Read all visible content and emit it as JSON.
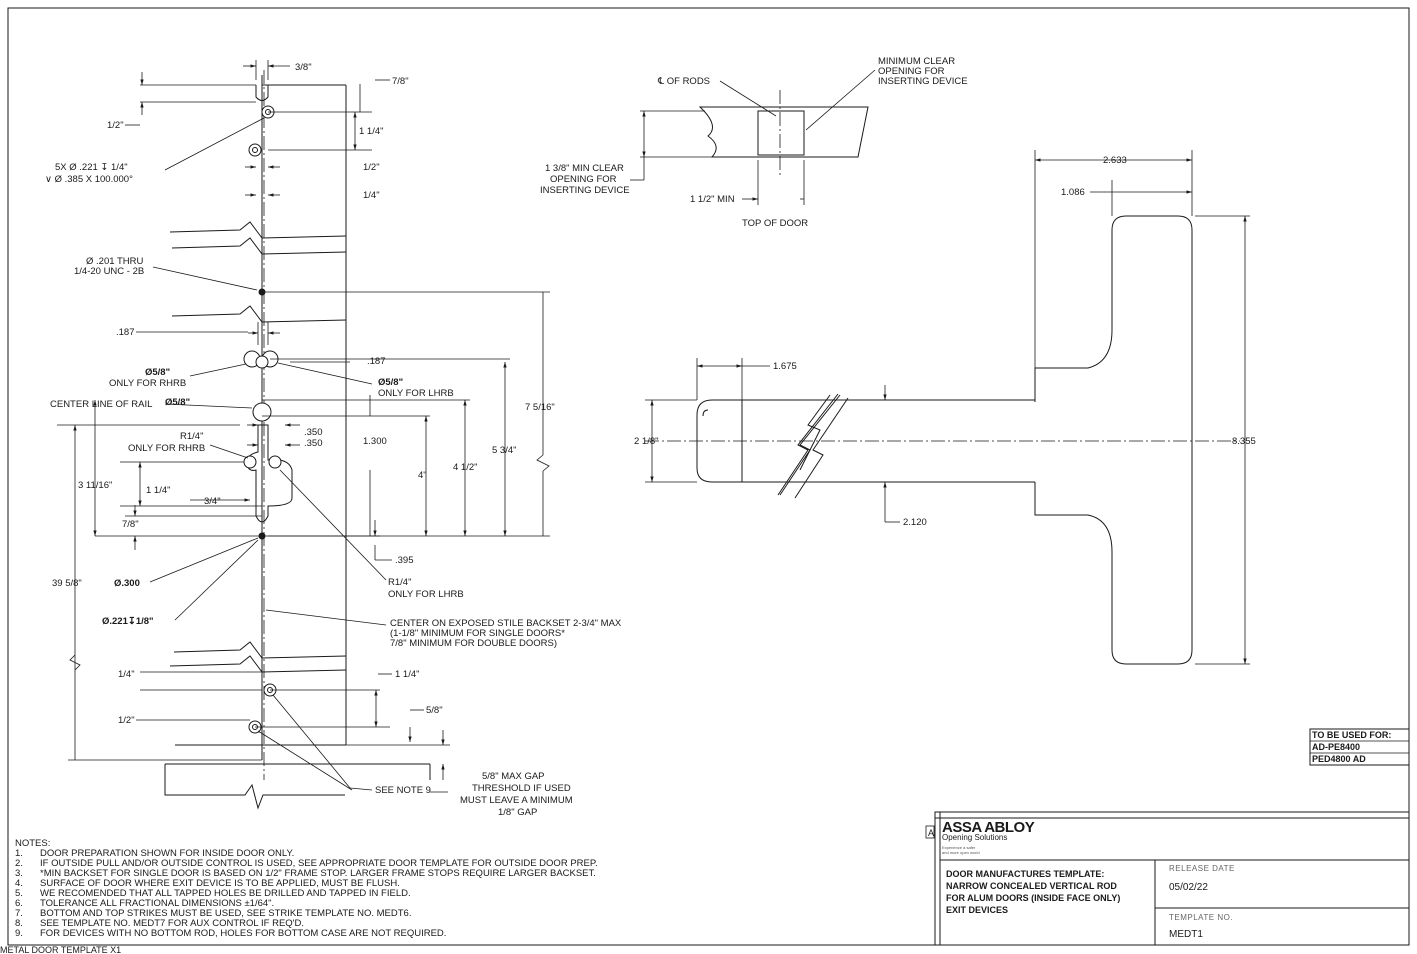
{
  "dims_left": {
    "top_width": "3/8\"",
    "d_7_8_top": "7/8\"",
    "d_1_2_a": "1/2\"",
    "d_1_1_4_a": "1 1/4\"",
    "d_1_2_b": "1/2\"",
    "d_1_4_a": "1/4\"",
    "hole_5x_1": "5X Ø .221 ↧ 1/4\"",
    "hole_5x_2": "∨ Ø .385 X 100.000°",
    "thru_1": "Ø .201 THRU",
    "thru_2": "1/4-20 UNC - 2B",
    "d_187_a": ".187",
    "d_187_b": ".187",
    "phi_rhrb": "Ø5/8\"",
    "only_rhrb_a": "ONLY FOR RHRB",
    "phi_lhrb": "Ø5/8\"",
    "only_lhrb_a": "ONLY FOR LHRB",
    "center_line_rail": "CENTER LINE OF RAIL",
    "phi_5_8": "Ø5/8\"",
    "r_1_4_a": "R1/4\"",
    "only_rhrb_b": "ONLY FOR RHRB",
    "d_350_a": ".350",
    "d_350_b": ".350",
    "d_1300": "1.300",
    "d_4": "4\"",
    "d_4_1_2": "4 1/2\"",
    "d_5_3_4": "5 3/4\"",
    "d_7_5_16": "7 5/16\"",
    "d_3_11_16": "3 11/16\"",
    "d_1_1_4_b": "1 1/4\"",
    "d_3_4": "3/4\"",
    "d_7_8_b": "7/8\"",
    "d_395": ".395",
    "d_39_5_8": "39 5/8\"",
    "phi_300": "Ø.300",
    "r_1_4_b": "R1/4\"",
    "only_lhrb_b": "ONLY FOR LHRB",
    "phi_221": "Ø.221↧1/8\"",
    "center_note_1": "CENTER ON EXPOSED STILE BACKSET 2-3/4\" MAX",
    "center_note_2": "(1-1/8\" MINIMUM FOR SINGLE DOORS*",
    "center_note_3": "7/8\"  MINIMUM FOR DOUBLE DOORS)",
    "d_1_4_b": "1/4\"",
    "d_1_1_4_c": "1 1/4\"",
    "d_1_2_c": "1/2\"",
    "d_5_8": "5/8\"",
    "see_note_9": "SEE NOTE 9",
    "gap_1": "5/8\" MAX GAP",
    "gap_2": "THRESHOLD IF USED",
    "gap_3": "MUST LEAVE A MINIMUM",
    "gap_4": "1/8\" GAP"
  },
  "top_view": {
    "cl_rods": "℄ OF RODS",
    "min_clear_1": "MINIMUM CLEAR",
    "min_clear_2": "OPENING FOR",
    "min_clear_3": "INSERTING DEVICE",
    "min_13_8_1": "1 3/8\" MIN CLEAR",
    "min_13_8_2": "OPENING FOR",
    "min_13_8_3": "INSERTING DEVICE",
    "min_1_1_2": "1 1/2\" MIN",
    "top_of_door": "TOP OF DOOR"
  },
  "rod_view": {
    "d_2633": "2.633",
    "d_1086": "1.086",
    "d_1675": "1.675",
    "d_2_1_8": "2 1/8\"",
    "d_8355": "8.355",
    "d_2120": "2.120"
  },
  "to_be_used": {
    "heading": "TO BE USED FOR:",
    "items": [
      "AD-PE8400",
      "PED4800 AD"
    ]
  },
  "notes": {
    "heading": "NOTES:",
    "items": [
      {
        "num": "1.",
        "text": "DOOR PREPARATION SHOWN FOR INSIDE DOOR ONLY."
      },
      {
        "num": "2.",
        "text": "IF OUTSIDE PULL AND/OR OUTSIDE CONTROL IS USED, SEE APPROPRIATE DOOR TEMPLATE FOR OUTSIDE DOOR PREP."
      },
      {
        "num": "3.",
        "text": "*MIN BACKSET FOR SINGLE DOOR IS BASED ON 1/2\" FRAME STOP. LARGER FRAME STOPS REQUIRE LARGER BACKSET."
      },
      {
        "num": "4.",
        "text": "SURFACE OF DOOR WHERE EXIT DEVICE IS TO BE APPLIED, MUST BE FLUSH."
      },
      {
        "num": "5.",
        "text": "WE RECOMENDED THAT ALL TAPPED HOLES BE DRILLED AND TAPPED IN FIELD."
      },
      {
        "num": "6.",
        "text": "TOLERANCE ALL FRACTIONAL DIMENSIONS ±1/64\"."
      },
      {
        "num": "7.",
        "text": "BOTTOM AND TOP STRIKES MUST BE USED, SEE STRIKE TEMPLATE NO. MEDT6."
      },
      {
        "num": "8.",
        "text": "SEE TEMPLATE NO. MEDT7 FOR AUX CONTROL IF REQ'D."
      },
      {
        "num": "9.",
        "text": "FOR DEVICES WITH NO BOTTOM ROD, HOLES FOR BOTTOM CASE ARE NOT REQUIRED."
      }
    ]
  },
  "footer_text": "METAL DOOR TEMPLATE   X1",
  "title_block": {
    "logo": "ASSA ABLOY",
    "logo_sub": "Opening Solutions",
    "tagline_1": "Experience a safer",
    "tagline_2": "and more open world",
    "title_lines": [
      "DOOR MANUFACTURES TEMPLATE:",
      "NARROW CONCEALED VERTICAL ROD",
      "FOR ALUM DOORS (INSIDE FACE ONLY)",
      "EXIT DEVICES"
    ],
    "release_date_label": "RELEASE DATE",
    "release_date": "05/02/22",
    "template_no_label": "TEMPLATE NO.",
    "template_no": "MEDT1",
    "side_mark": "A"
  }
}
